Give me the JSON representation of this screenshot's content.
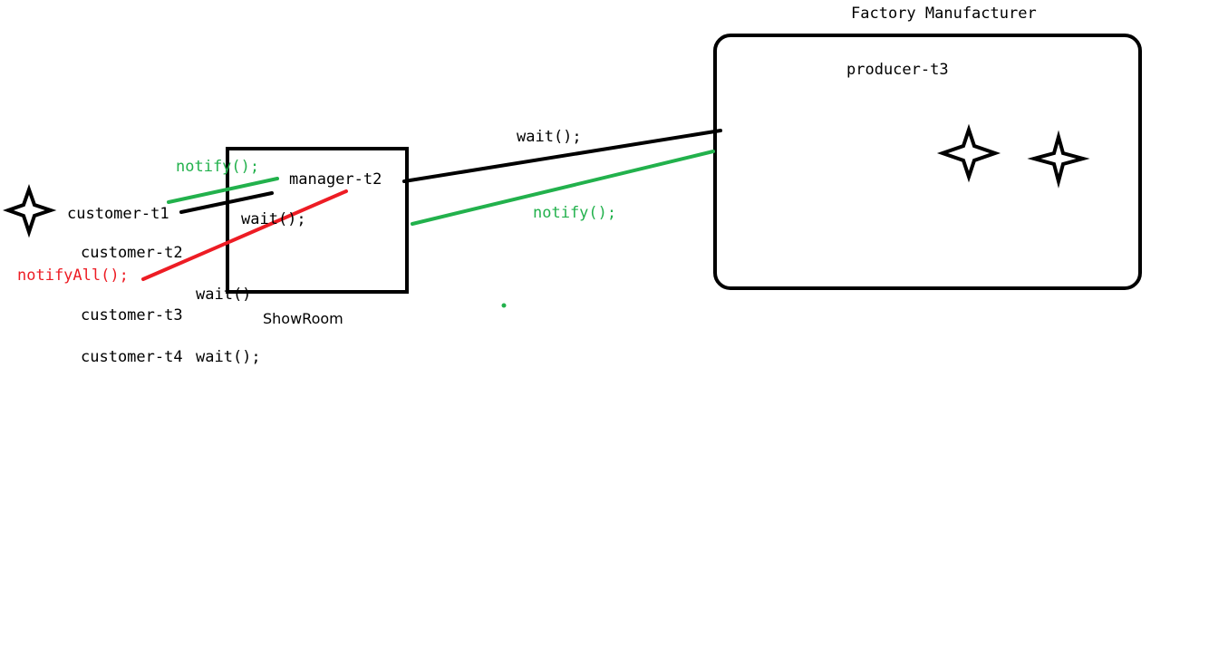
{
  "diagram": {
    "factory_title": "Factory Manufacturer",
    "producer_label": "producer-t3",
    "showroom_label": "ShowRoom",
    "manager_label": "manager-t2",
    "customers": [
      "customer-t1",
      "customer-t2",
      "customer-t3",
      "customer-t4"
    ],
    "calls": {
      "wait_factory": "wait();",
      "notify_factory": "notify();",
      "notify_customer": "notify();",
      "wait_showroom": "wait();",
      "notify_all": "notifyAll();",
      "wait_customer_t3": "wait()",
      "wait_customer_t4": "wait();"
    },
    "colors": {
      "outline": "#000000",
      "notify": "#22b14c",
      "notify_all": "#ed1c24"
    },
    "icons": [
      "four-point-star-icon",
      "four-point-star-icon",
      "four-point-star-icon"
    ]
  }
}
